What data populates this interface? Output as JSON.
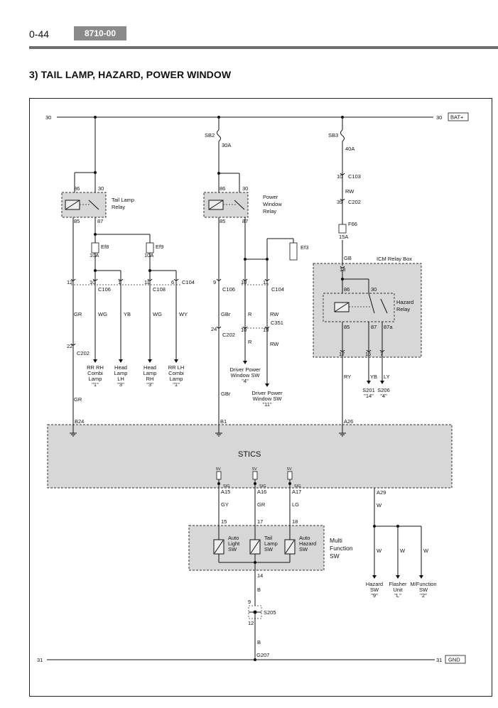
{
  "header": {
    "page_number": "0-44",
    "code": "8710-00"
  },
  "title": "3) TAIL LAMP, HAZARD, POWER WINDOW",
  "rails": {
    "battery_line": "30",
    "battery_tag": "BAT+",
    "ground_line": "31",
    "ground_tag": "GND"
  },
  "fuses": {
    "sb2": "SB2",
    "sb2_amp": "30A",
    "sb3": "SB3",
    "sb3_amp": "40A",
    "ef8": "Ef8",
    "ef8_amp": "10A",
    "ef9": "Ef9",
    "ef9_amp": "10A",
    "ef3": "Ef3",
    "f66": "F66",
    "f66_amp": "15A"
  },
  "relays": {
    "tail": {
      "label_1": "Tail Lamp",
      "label_2": "Relay",
      "p86": "86",
      "p30": "30",
      "p85": "85",
      "p87": "87"
    },
    "power_window": {
      "label_1": "Power",
      "label_2": "Window",
      "label_3": "Relay",
      "p86": "86",
      "p30": "30",
      "p85": "85",
      "p87": "87"
    },
    "hazard": {
      "label_1": "Hazard",
      "label_2": "Relay",
      "p86": "86",
      "p30": "30",
      "p85": "85",
      "p87": "87",
      "p87a": "87a"
    }
  },
  "icm": {
    "label": "ICM Relay Box",
    "pin18": "18",
    "pin17": "17",
    "pin16": "16",
    "pin7": "7"
  },
  "connectors": {
    "c103": "C103",
    "c103_pin": "10",
    "c202": "C202",
    "c202_pin": "39",
    "c106": "C106",
    "c108": "C108",
    "c104": "C104",
    "c351": "C351",
    "c202b": "C202",
    "c202c": "C202",
    "p12": "12",
    "p10": "10",
    "p1": "1",
    "p11": "11",
    "p6": "6",
    "p9": "9",
    "p10b": "10",
    "p11b": "11",
    "p24": "24",
    "p10c": "10",
    "p19": "19",
    "p22": "22"
  },
  "wires": {
    "rw": "RW",
    "rw2": "RW",
    "rw3": "RW",
    "gb": "GB",
    "gr": "GR",
    "gr2": "GR",
    "wg": "WG",
    "yb": "YB",
    "wg2": "WG",
    "wy": "WY",
    "gbr": "GBr",
    "gbr2": "GBr",
    "r": "R",
    "r2": "R",
    "ry": "RY",
    "yb2": "YB",
    "ly": "LY",
    "gy": "GY",
    "gr3": "GR",
    "lg": "LG",
    "w": "W",
    "w2": "W",
    "w3": "W",
    "w4": "W",
    "b": "B",
    "b2": "B"
  },
  "loads": {
    "rr_rh": [
      "RR RH",
      "Combi",
      "Lamp",
      "\"1\""
    ],
    "head_lh": [
      "Head",
      "Lamp",
      "LH",
      "\"3\""
    ],
    "head_rh": [
      "Head",
      "Lamp",
      "RH",
      "\"3\""
    ],
    "rr_lh": [
      "RR LH",
      "Combi",
      "Lamp",
      "\"1\""
    ],
    "dpw4": [
      "Driver Power",
      "Window SW",
      "\"4\""
    ],
    "dpw11": [
      "Driver Power",
      "Window SW",
      "\"11\""
    ],
    "s201": [
      "S201",
      "\"14\""
    ],
    "s206": [
      "S206",
      "\"4\""
    ],
    "hazard_sw": [
      "Hazard",
      "SW",
      "\"9\""
    ],
    "flasher": [
      "Flasher",
      "Unit",
      "\"L\""
    ],
    "mfunc": [
      "M/Function",
      "SW",
      "\"2\""
    ]
  },
  "stics": {
    "label": "STICS",
    "b24": "B24",
    "b1": "B1",
    "a26": "A26",
    "a15": "A15",
    "a16": "A16",
    "a17": "A17",
    "a29": "A29",
    "v5": "5V",
    "sig": "SIG"
  },
  "multi_sw": {
    "label": [
      "Multi",
      "Function",
      "SW"
    ],
    "pin15": "15",
    "pin17": "17",
    "pin18": "18",
    "pin14": "14",
    "auto_light": [
      "Auto",
      "Light",
      "SW"
    ],
    "tail_lamp": [
      "Tail",
      "Lamp",
      "SW"
    ],
    "auto_hazard": [
      "Auto",
      "Hazard",
      "SW"
    ]
  },
  "splice": {
    "name": "S205",
    "pin_top": "9",
    "pin_bottom": "12"
  },
  "ground": {
    "g207": "G207"
  }
}
